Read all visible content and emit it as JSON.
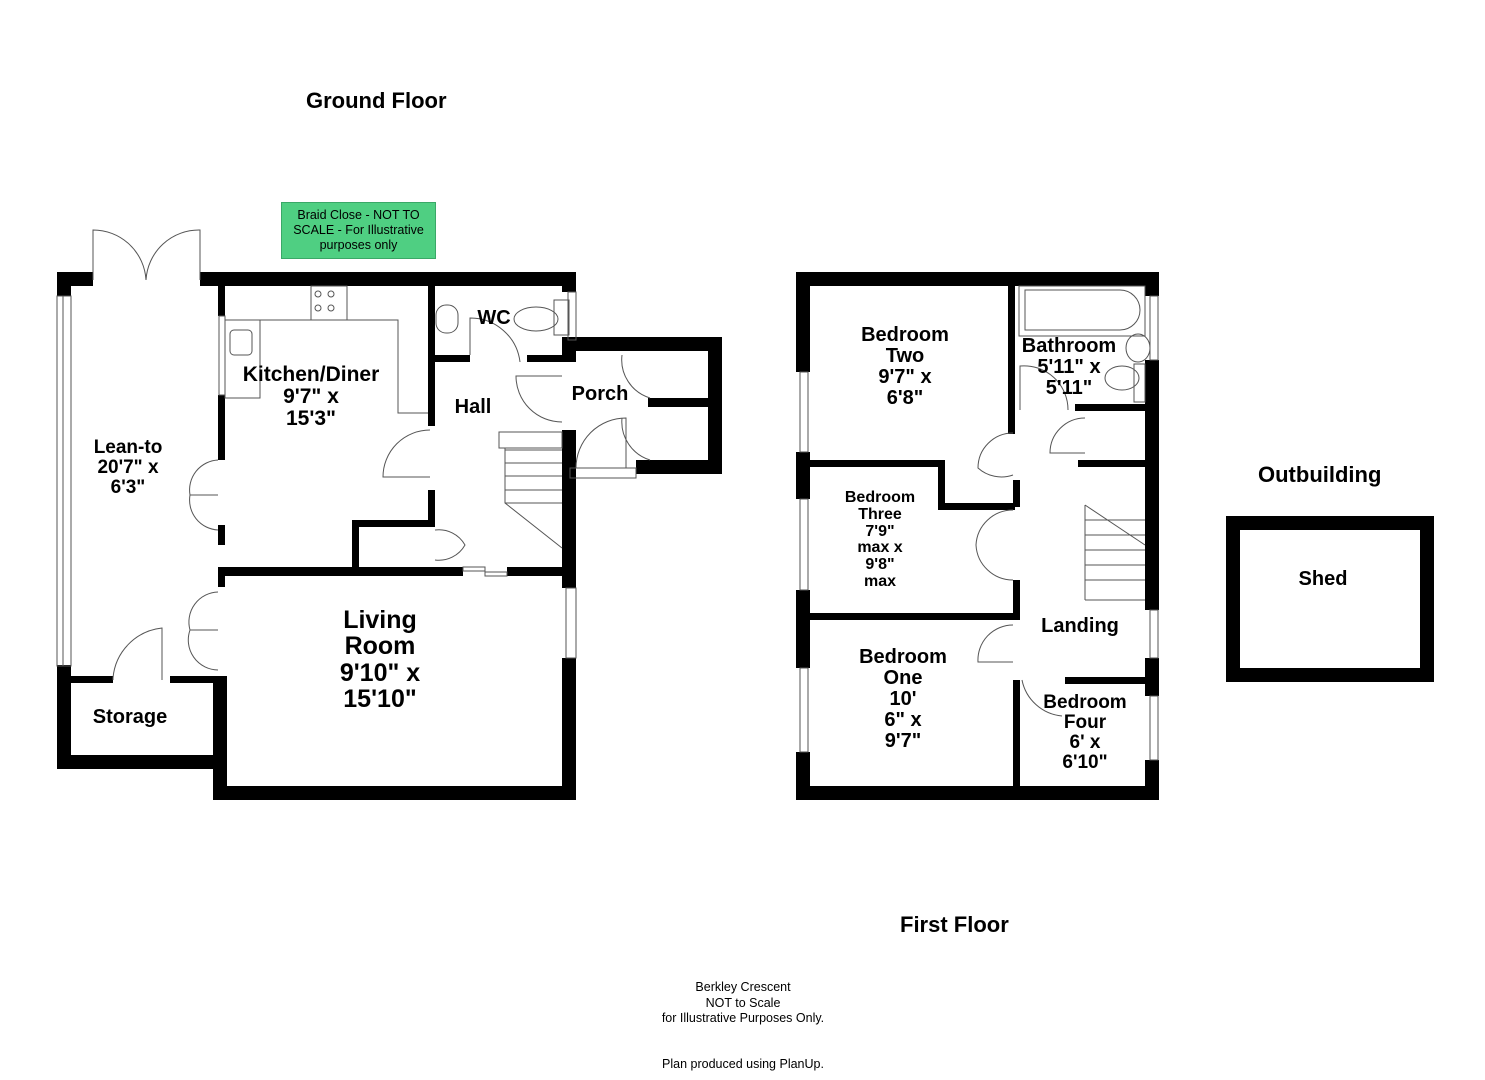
{
  "ground_floor": {
    "title": "Ground Floor",
    "note": "Braid Close - NOT TO\nSCALE - For Illustrative\npurposes only",
    "rooms": [
      {
        "name": "Lean-to",
        "dims": "Lean-to\n20'7\" x\n6'3\""
      },
      {
        "name": "Kitchen/Diner",
        "dims": "Kitchen/Diner\n9'7\" x\n15'3\""
      },
      {
        "name": "WC",
        "dims": "WC"
      },
      {
        "name": "Hall",
        "dims": "Hall"
      },
      {
        "name": "Porch",
        "dims": "Porch"
      },
      {
        "name": "Living Room",
        "dims": "Living\nRoom\n9'10\" x\n15'10\""
      },
      {
        "name": "Storage",
        "dims": "Storage"
      }
    ]
  },
  "first_floor": {
    "title": "First Floor",
    "rooms": [
      {
        "name": "Bedroom Two",
        "dims": "Bedroom\nTwo\n9'7\" x\n6'8\""
      },
      {
        "name": "Bathroom",
        "dims": "Bathroom\n5'11\" x\n5'11\""
      },
      {
        "name": "Bedroom Three",
        "dims": "Bedroom\nThree\n7'9\"\nmax x\n9'8\"\nmax"
      },
      {
        "name": "Landing",
        "dims": "Landing"
      },
      {
        "name": "Bedroom One",
        "dims": "Bedroom\nOne\n10'\n6\" x\n9'7\""
      },
      {
        "name": "Bedroom Four",
        "dims": "Bedroom\nFour\n6' x\n6'10\""
      }
    ]
  },
  "outbuilding": {
    "title": "Outbuilding",
    "rooms": [
      {
        "name": "Shed",
        "dims": "Shed"
      }
    ]
  },
  "footer": {
    "disclaimer": "Berkley Crescent\nNOT to Scale\nfor Illustrative Purposes Only.",
    "credit": "Plan produced using PlanUp."
  },
  "colors": {
    "wall": "#000000",
    "note_bg": "#4fcf82",
    "background": "#ffffff"
  }
}
